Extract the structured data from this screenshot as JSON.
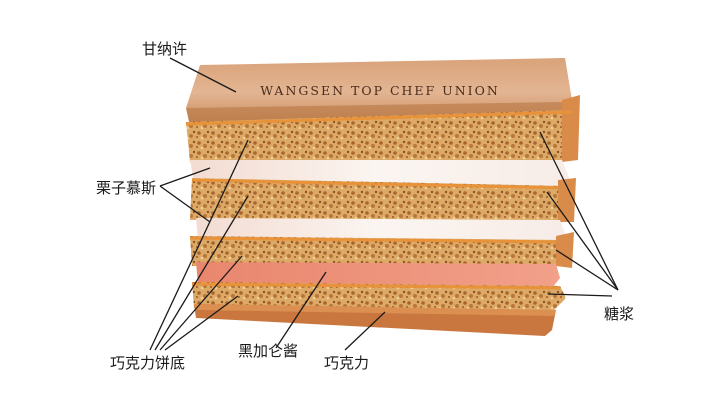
{
  "labels": {
    "ganache": "甘纳许",
    "chestnut_mousse": "栗子慕斯",
    "choc_biscuit_base": "巧克力饼底",
    "blackcurrant_jam": "黑加仑酱",
    "chocolate": "巧克力",
    "syrup": "糖浆"
  },
  "brand": "WANGSEN TOP CHEF UNION",
  "colors": {
    "ganache_top": "#c98b5c",
    "biscuit": "#d8a45e",
    "caramel_edge": "#e8923a",
    "mousse": "#f6ece6",
    "jam": "#e98a72",
    "chocolate_base": "#c9763f",
    "leader": "#1a1a1a"
  }
}
